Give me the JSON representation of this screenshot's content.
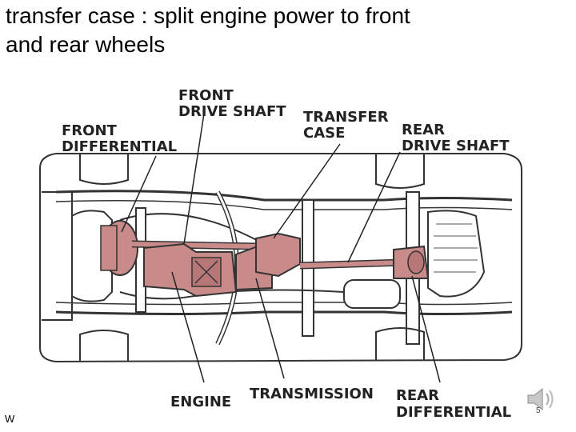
{
  "slide": {
    "title_line1": "transfer case : split engine power to front",
    "title_line2": "and rear wheels",
    "footer_text": "W",
    "slide_number": "5"
  },
  "diagram": {
    "labels": {
      "front_drive_shaft_1": "FRONT",
      "front_drive_shaft_2": "DRIVE SHAFT",
      "front_differential_1": "FRONT",
      "front_differential_2": "DIFFERENTIAL",
      "transfer_case_1": "TRANSFER",
      "transfer_case_2": "CASE",
      "rear_drive_shaft_1": "REAR",
      "rear_drive_shaft_2": "DRIVE SHAFT",
      "engine": "ENGINE",
      "transmission": "TRANSMISSION",
      "rear_differential_1": "REAR",
      "rear_differential_2": "DIFFERENTIAL"
    },
    "colors": {
      "drivetrain": "#c98a8a",
      "outline": "#333333",
      "frame": "#ffffff"
    }
  },
  "icons": {
    "speaker": "speaker-icon"
  }
}
